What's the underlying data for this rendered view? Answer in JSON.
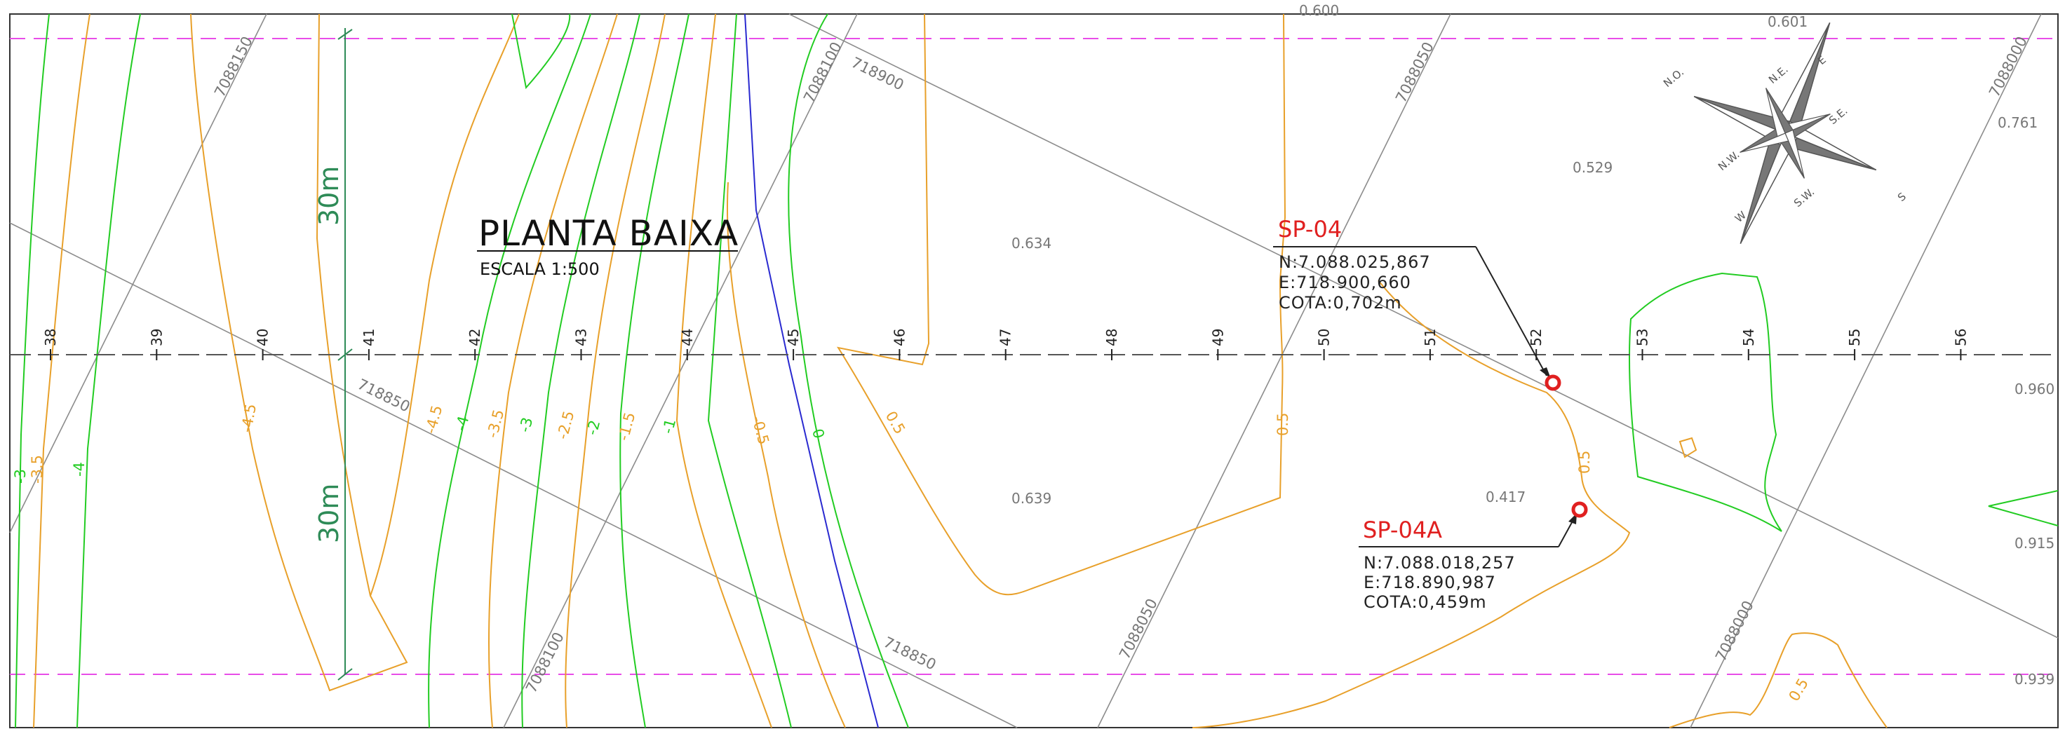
{
  "title": "PLANTA BAIXA",
  "scale": "ESCALA 1:500",
  "dimension_top": "30m",
  "dimension_bottom": "30m",
  "sounding_top_cut": "0.600",
  "compass": {
    "labels": [
      "N.O.",
      "N.E.",
      "E",
      "S.E.",
      "S",
      "S.W.",
      "W",
      "N.W."
    ]
  },
  "points": [
    {
      "name": "SP-04",
      "north": "N:7.088.025,867",
      "east": "E:718.900,660",
      "cota": "COTA:0,702m"
    },
    {
      "name": "SP-04A",
      "north": "N:7.088.018,257",
      "east": "E:718.890,987",
      "cota": "COTA:0,459m"
    }
  ],
  "stations": [
    "38",
    "39",
    "40",
    "41",
    "42",
    "43",
    "44",
    "45",
    "46",
    "47",
    "48",
    "49",
    "50",
    "51",
    "52",
    "53",
    "54",
    "55",
    "56"
  ],
  "grid_labels": [
    "7088150",
    "7088100",
    "718900",
    "7088050",
    "7088000",
    "718850",
    "7088100",
    "7088050",
    "718850",
    "7088000"
  ],
  "spot_heights": [
    "0.601",
    "0.761",
    "0.529",
    "0.634",
    "0.960",
    "0.639",
    "0.417",
    "0.915",
    "0.939"
  ],
  "contour_labels": [
    "-3",
    "-3.5",
    "-4",
    "-4.5",
    "-4.5",
    "-4",
    "-3.5",
    "-3",
    "-2.5",
    "-2",
    "-1.5",
    "-1",
    "-0.5",
    "0",
    "0.5",
    "0.5",
    "0.5",
    "0.5"
  ],
  "colors": {
    "frame": "#333333",
    "grid": "#8c8c8c",
    "contour_positive": "#e8a02a",
    "contour_negative": "#22cc22",
    "channel": "#2a2ad0",
    "boundary": "#e84de8",
    "axis": "#555555",
    "point": "#e02020",
    "dimension": "#2e8b57"
  }
}
